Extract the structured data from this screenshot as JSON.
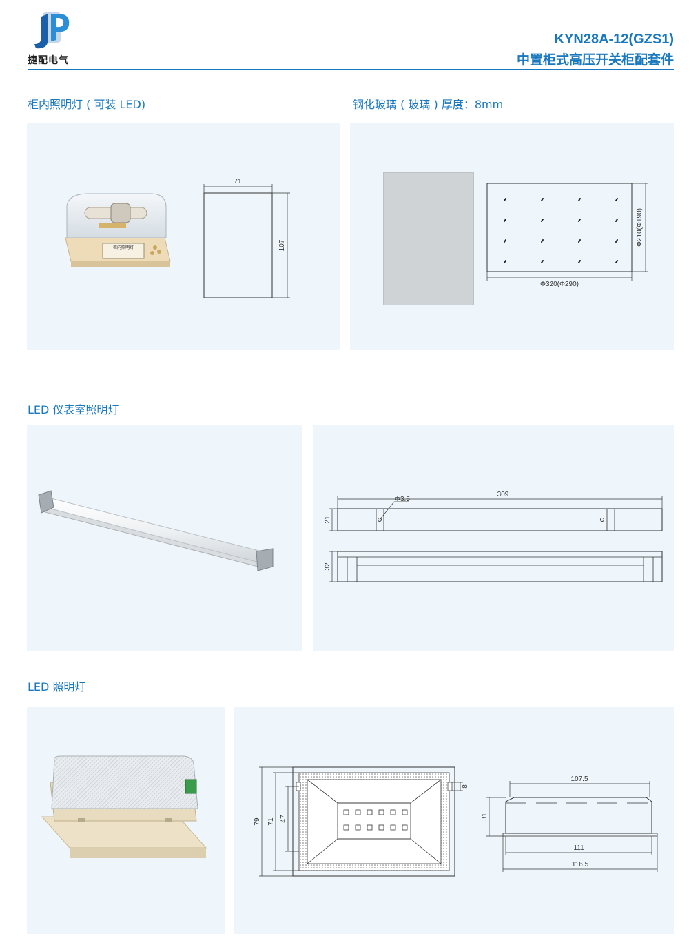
{
  "header": {
    "logo_text": "JP",
    "brand": "捷配电气",
    "model": "KYN28A-12(GZS1)",
    "subtitle": "中置柜式高压开关柜配套件",
    "accent": "#1a78bf"
  },
  "sections": {
    "cabinet_light": {
      "title": "柜内照明灯 ( 可装 LED)",
      "label_line": "柜内照明灯",
      "dims": {
        "width": "71",
        "height": "107"
      }
    },
    "glass": {
      "title": "钢化玻璃 ( 玻璃 ) 厚度：8mm",
      "dims": {
        "width": "Φ320(Φ290)",
        "height": "Φ210(Φ190)"
      }
    },
    "instrument_light": {
      "title": "LED 仪表室照明灯",
      "dims": {
        "length": "309",
        "hole": "Φ3.5",
        "height_top": "21",
        "height_bottom": "32"
      }
    },
    "led_light": {
      "title": "LED 照明灯",
      "dims": {
        "h79": "79",
        "h71": "71",
        "h47": "47",
        "h8": "8",
        "w107_5": "107.5",
        "h31": "31",
        "w111": "111",
        "w116_5": "116.5"
      }
    }
  }
}
